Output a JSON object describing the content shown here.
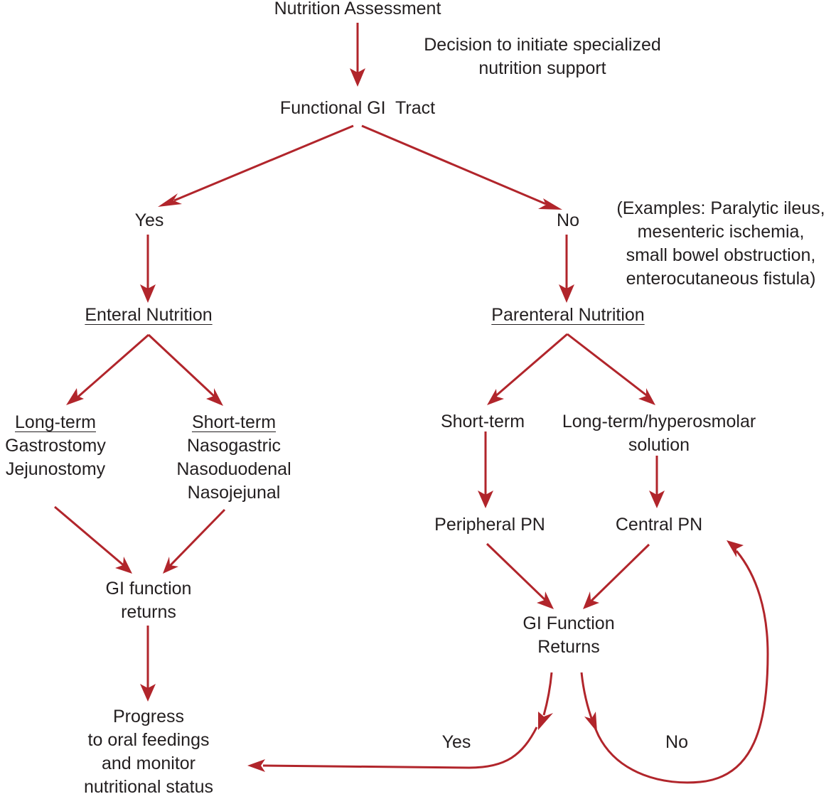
{
  "diagram": {
    "arrow_color": "#b1252b",
    "text_color": "#231f20",
    "nodes": {
      "nutrition_assessment": "Nutrition Assessment",
      "decision_note": [
        "Decision to initiate specialized",
        "nutrition support"
      ],
      "functional_gi_tract": "Functional GI  Tract",
      "yes_branch": "Yes",
      "no_branch": "No",
      "examples_note": [
        "(Examples: Paralytic ileus,",
        "mesenteric ischemia,",
        "small bowel obstruction,",
        "enterocutaneous fistula)"
      ],
      "enteral_nutrition": "Enteral Nutrition",
      "parenteral_nutrition": "Parenteral Nutrition",
      "enteral_long_term": {
        "heading": "Long-term",
        "items": [
          "Gastrostomy",
          "Jejunostomy"
        ]
      },
      "enteral_short_term": {
        "heading": "Short-term",
        "items": [
          "Nasogastric",
          "Nasoduodenal",
          "Nasojejunal"
        ]
      },
      "pn_short_term": "Short-term",
      "pn_long_term": [
        "Long-term/hyperosmolar",
        "solution"
      ],
      "peripheral_pn": "Peripheral PN",
      "central_pn": "Central PN",
      "enteral_gi_returns": [
        "GI function",
        "returns"
      ],
      "pn_gi_returns": [
        "GI Function",
        "Returns"
      ],
      "progress": [
        "Progress",
        "to oral feedings",
        "and monitor",
        "nutritional status"
      ],
      "loop_yes": "Yes",
      "loop_no": "No"
    }
  }
}
